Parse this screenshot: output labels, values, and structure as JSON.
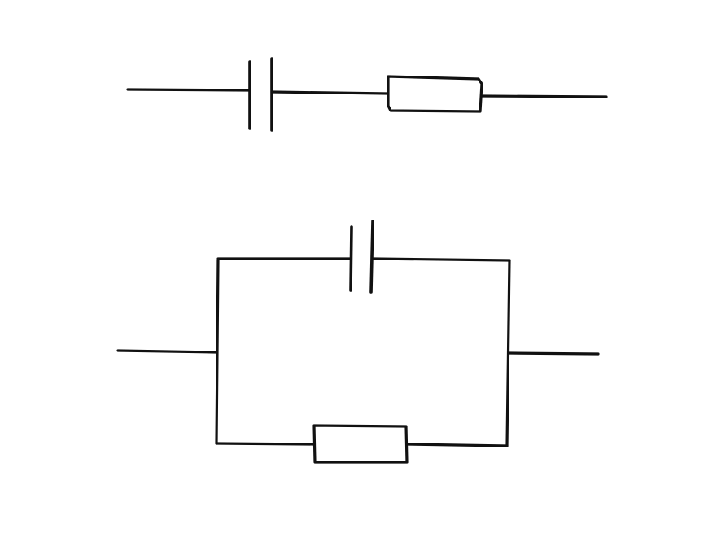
{
  "diagram": {
    "type": "circuit-schematic",
    "stroke_color": "#111111",
    "background_color": "#ffffff",
    "circuits": [
      {
        "name": "series-rc",
        "topology": "series",
        "components": [
          "capacitor",
          "resistor"
        ]
      },
      {
        "name": "parallel-rc",
        "topology": "parallel",
        "components": [
          "capacitor",
          "resistor"
        ]
      }
    ],
    "labels": []
  }
}
